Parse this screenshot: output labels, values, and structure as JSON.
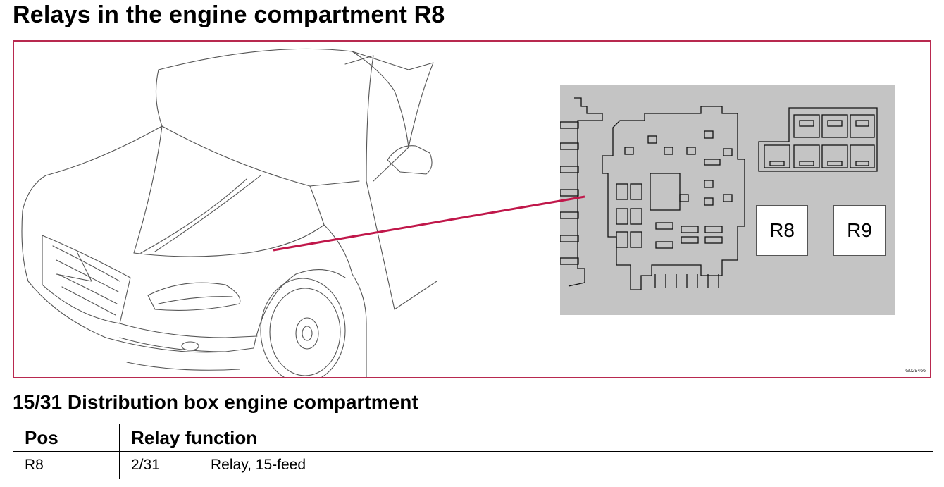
{
  "page": {
    "title": "Relays in the engine compartment R8",
    "figure_code": "G029466",
    "section_title": "15/31 Distribution box engine compartment"
  },
  "diagram": {
    "relay_labels": [
      "R8",
      "R9"
    ],
    "highlight_color": "#c0174a",
    "frame_color": "#b8294f",
    "panel_color": "#c4c4c4"
  },
  "table": {
    "headers": [
      "Pos",
      "Relay function"
    ],
    "rows": [
      {
        "pos": "R8",
        "code": "2/31",
        "function": "Relay, 15-feed"
      }
    ]
  }
}
